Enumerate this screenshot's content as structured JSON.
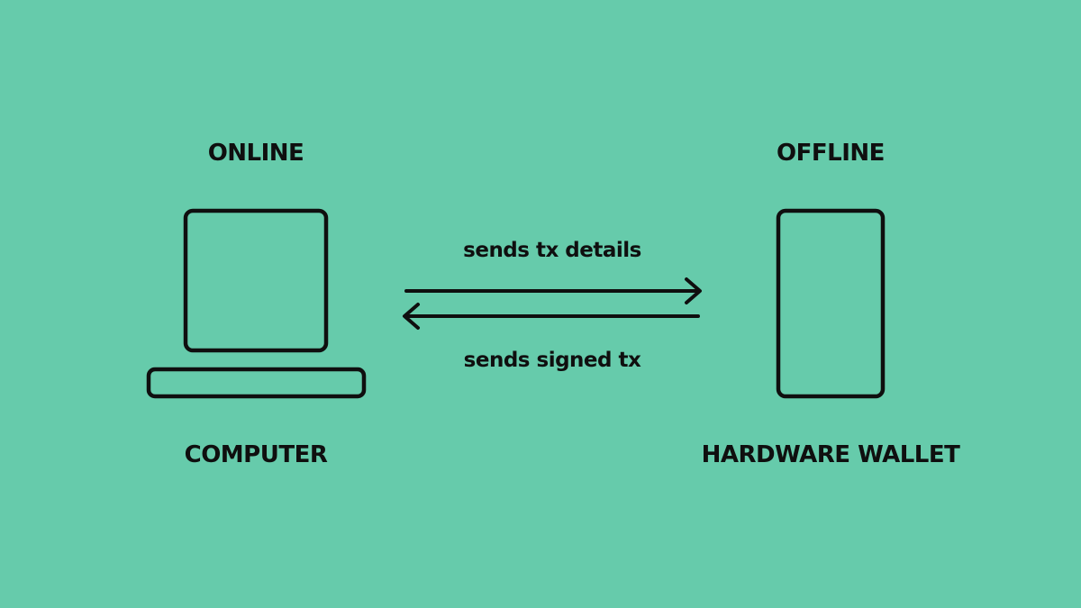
{
  "background_color": "#66cbab",
  "stroke_color": "#0f0f0f",
  "online_label": "ONLINE",
  "offline_label": "OFFLINE",
  "computer_label": "COMPUTER",
  "wallet_label": "HARDWARE WALLET",
  "arrow_to_wallet_label": "sends tx details",
  "arrow_to_computer_label": "sends signed tx"
}
